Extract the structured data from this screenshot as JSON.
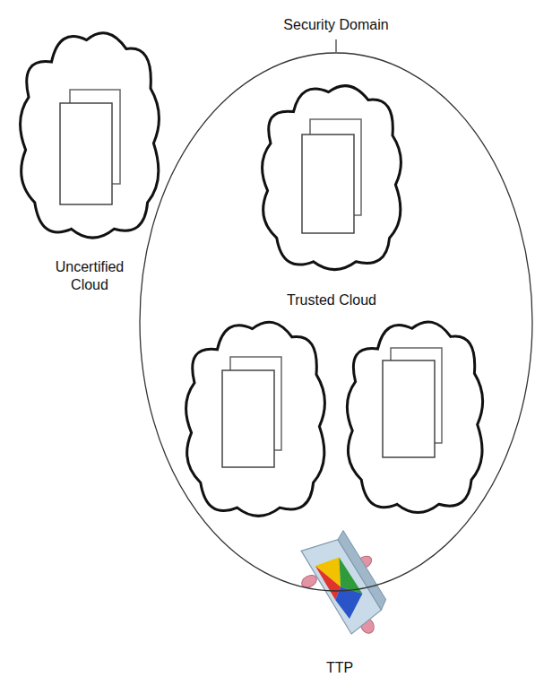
{
  "diagram": {
    "nodes": [
      {
        "text": [
          "Security Domain"
        ]
      },
      {
        "text": [
          "Uncertified Cloud"
        ]
      },
      {
        "text": [
          "Trusted Cloud"
        ],
        "in": 0
      }
    ],
    "labels": [
      "TTP"
    ]
  }
}
